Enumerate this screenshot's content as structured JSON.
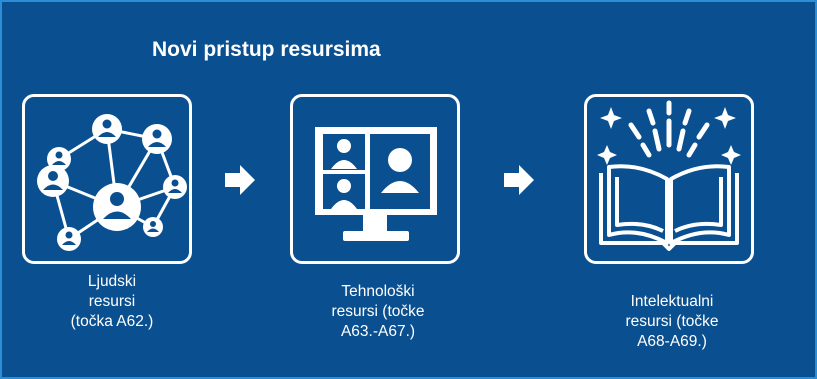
{
  "title": "Novi pristup resursima",
  "colors": {
    "background": "#0a4f8f",
    "border": "#2a8fd6",
    "foreground": "#ffffff"
  },
  "steps": [
    {
      "icon": "people-network-icon",
      "label_lines": [
        "Ljudski",
        "resursi",
        "(točka A62.)"
      ]
    },
    {
      "icon": "video-conference-icon",
      "label_lines": [
        "Tehnološki",
        "resursi (točke",
        "A63.-A67.)"
      ]
    },
    {
      "icon": "open-book-sparkle-icon",
      "label_lines": [
        "Intelektualni",
        "resursi (točke",
        "A68-A69.)"
      ]
    }
  ],
  "arrows": [
    "arrow-right-icon",
    "arrow-right-icon"
  ]
}
